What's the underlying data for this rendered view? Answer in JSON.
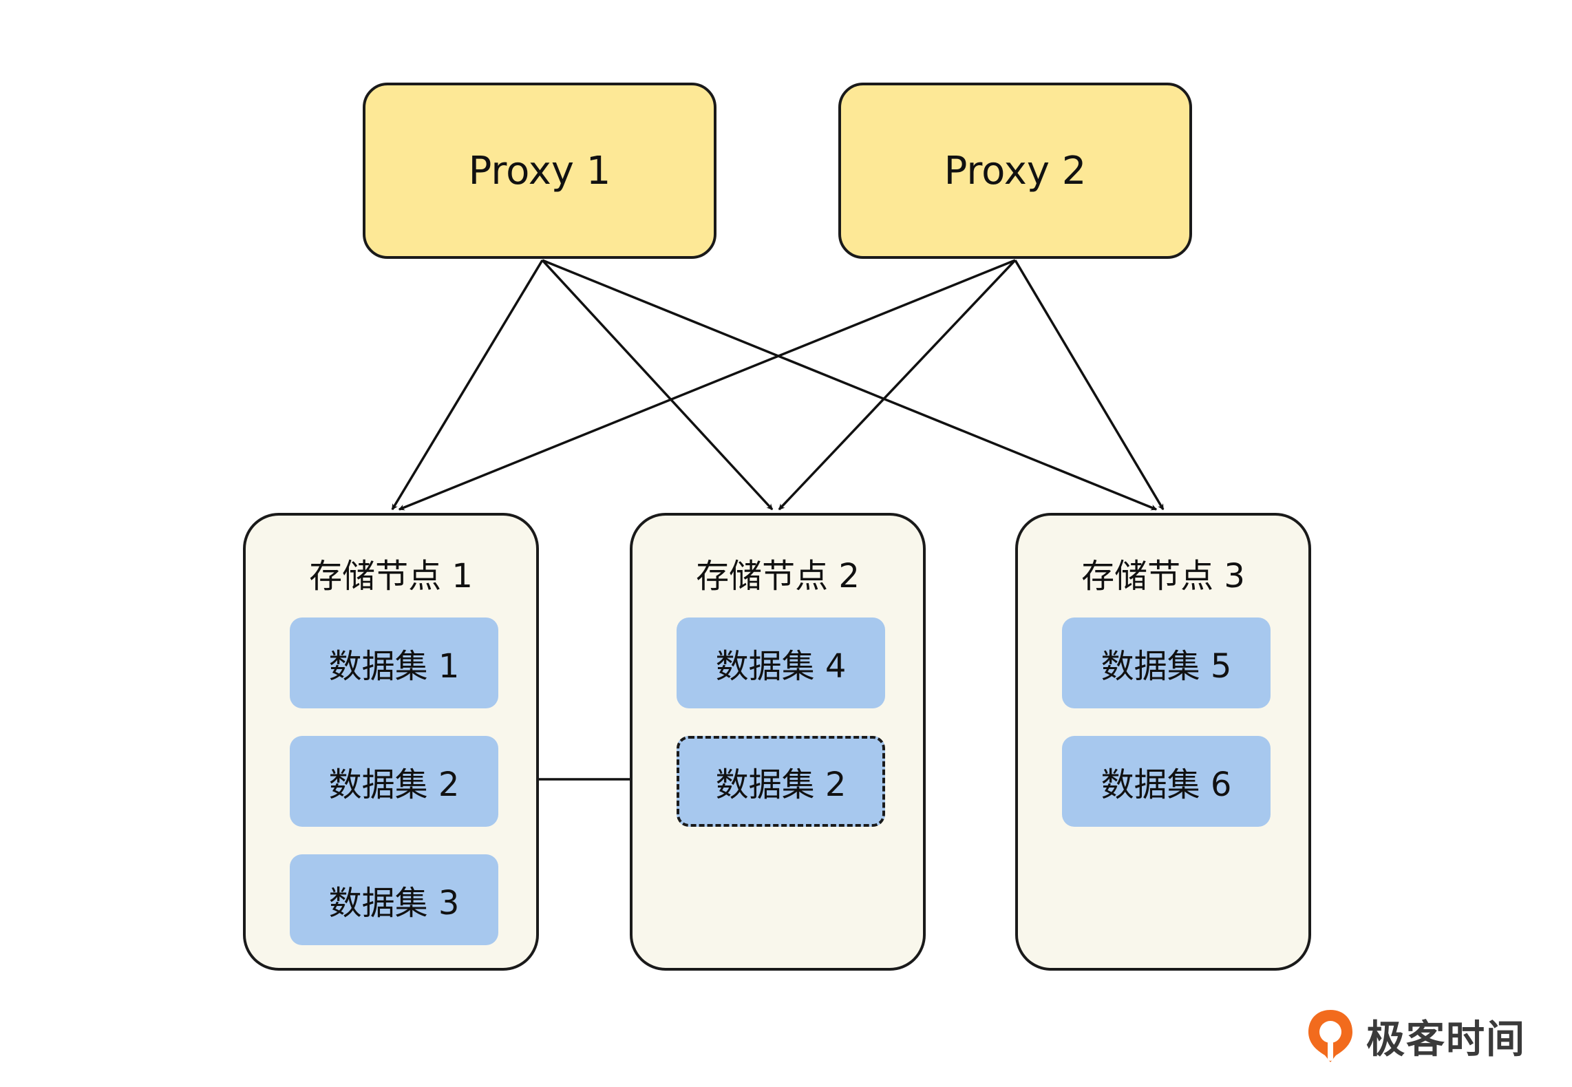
{
  "proxies": [
    {
      "label": "Proxy 1"
    },
    {
      "label": "Proxy 2"
    }
  ],
  "storage_nodes": [
    {
      "title": "存储节点 1",
      "datasets": [
        "数据集 1",
        "数据集 2",
        "数据集 3"
      ]
    },
    {
      "title": "存储节点 2",
      "datasets": [
        "数据集 4",
        "数据集 2"
      ]
    },
    {
      "title": "存储节点 3",
      "datasets": [
        "数据集 5",
        "数据集 6"
      ]
    }
  ],
  "replica": {
    "label": "数据集 2",
    "style": "dashed"
  },
  "logo": {
    "text": "极客时间"
  },
  "colors": {
    "proxy_fill": "#fde896",
    "node_fill": "#f9f7ec",
    "dataset_fill": "#a7c8ee",
    "stroke": "#1a1a1a",
    "logo_orange": "#f26b1d"
  }
}
